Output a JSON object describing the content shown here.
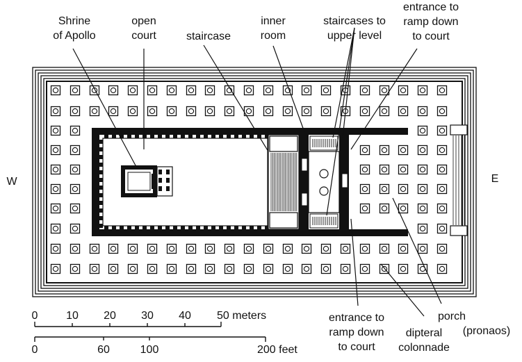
{
  "labels": {
    "shrine": "Shrine\nof Apollo",
    "open_court": "open\ncourt",
    "staircase": "staircase",
    "inner_room": "inner\nroom",
    "staircases_upper": "staircases to\nupper level",
    "entrance_top": "entrance to\nramp down\nto court",
    "entrance_bottom": "entrance to\nramp down\nto court",
    "porch": "porch",
    "pronaos": "(pronaos)",
    "dipteral": "dipteral\ncolonnade",
    "west": "W",
    "east": "E"
  },
  "scale": {
    "meters_ticks": [
      "0",
      "10",
      "20",
      "30",
      "40"
    ],
    "meters_end": "50 meters",
    "feet_ticks": [
      "0",
      "60",
      "100"
    ],
    "feet_end": "200 feet"
  }
}
